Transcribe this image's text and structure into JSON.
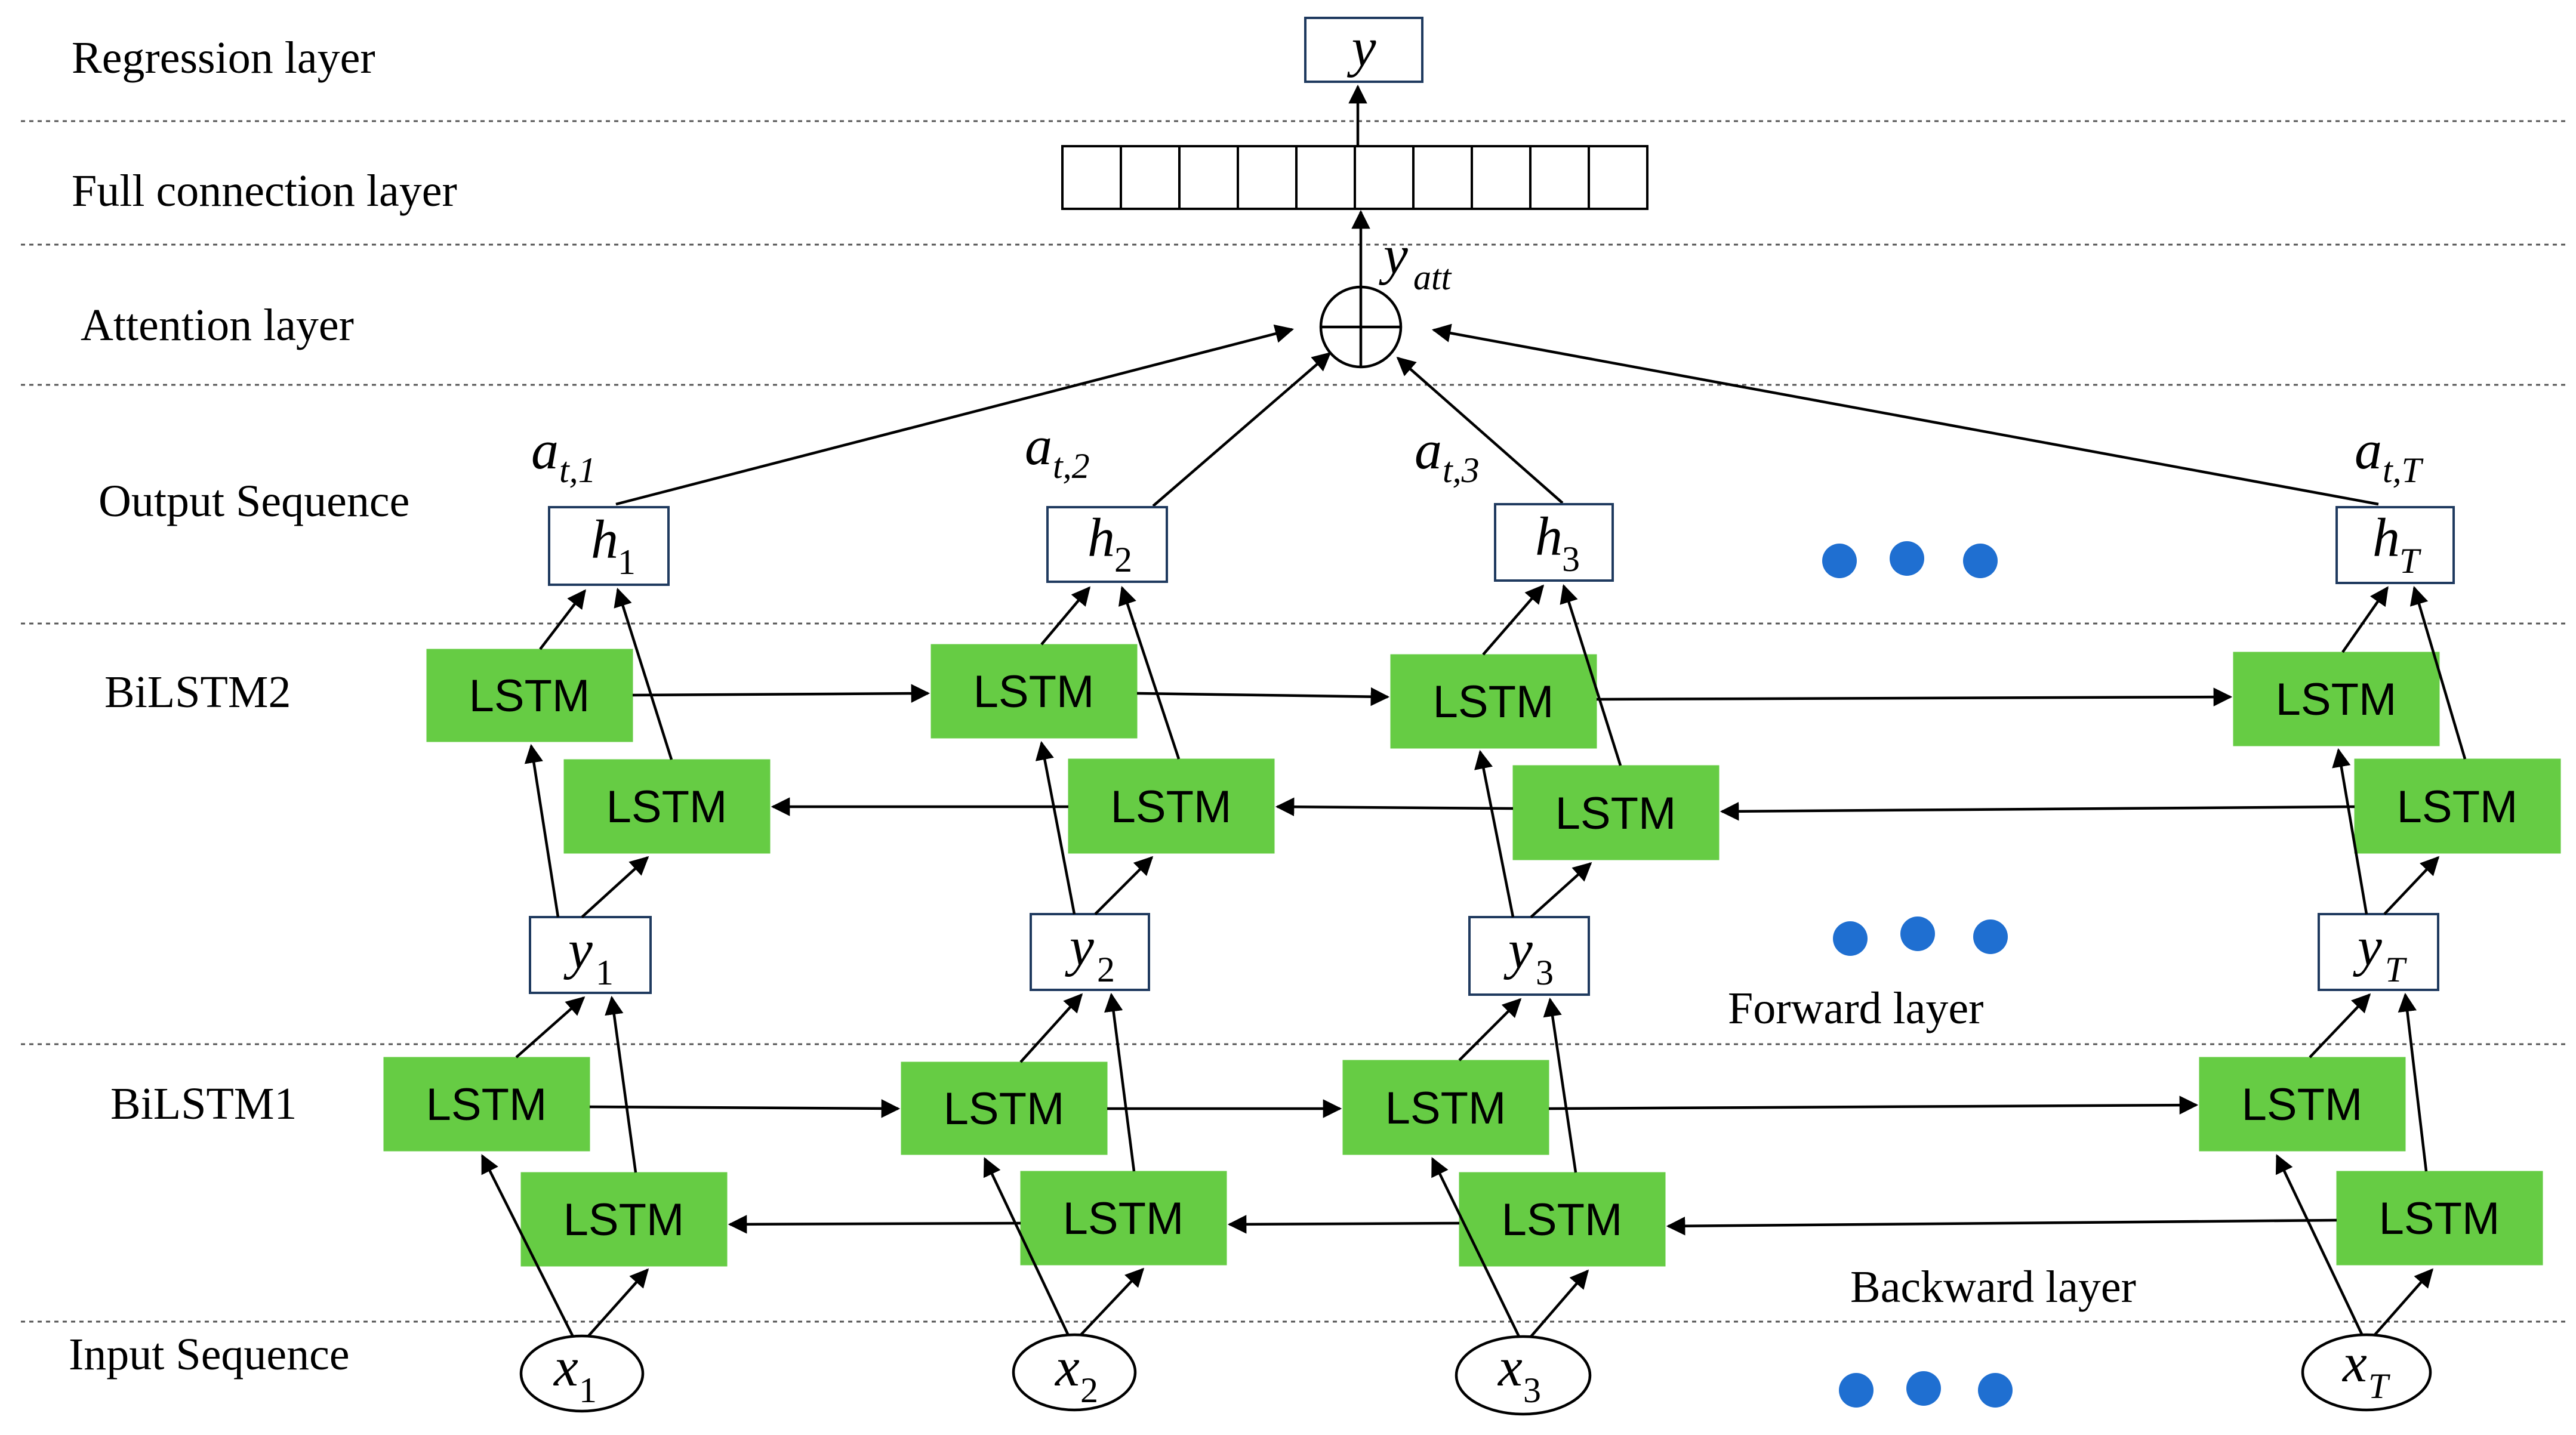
{
  "rows": {
    "regression": "Regression layer",
    "full_connection": "Full connection layer",
    "attention": "Attention layer",
    "output_sequence": "Output Sequence",
    "bilstm2": "BiLSTM2",
    "bilstm1": "BiLSTM1",
    "input_sequence": "Input Sequence"
  },
  "notes": {
    "forward": "Forward layer",
    "backward": "Backward layer"
  },
  "lstm_label": "LSTM",
  "output_node": {
    "base": "y"
  },
  "attention_output": {
    "base": "y",
    "sub": "att"
  },
  "weights": [
    {
      "base": "a",
      "sub": "t,1"
    },
    {
      "base": "a",
      "sub": "t,2"
    },
    {
      "base": "a",
      "sub": "t,3"
    },
    {
      "base": "a",
      "sub": "t,T"
    }
  ],
  "hidden": [
    {
      "base": "h",
      "sub": "1"
    },
    {
      "base": "h",
      "sub": "2"
    },
    {
      "base": "h",
      "sub": "3"
    },
    {
      "base": "h",
      "sub": "T"
    }
  ],
  "mid": [
    {
      "base": "y",
      "sub": "1"
    },
    {
      "base": "y",
      "sub": "2"
    },
    {
      "base": "y",
      "sub": "3"
    },
    {
      "base": "y",
      "sub": "T"
    }
  ],
  "inputs": [
    {
      "base": "x",
      "sub": "1"
    },
    {
      "base": "x",
      "sub": "2"
    },
    {
      "base": "x",
      "sub": "3"
    },
    {
      "base": "x",
      "sub": "T"
    }
  ],
  "colors": {
    "lstm": "#66cc44",
    "dots": "#1f6fd1",
    "node_border": "#1f3a5f"
  }
}
